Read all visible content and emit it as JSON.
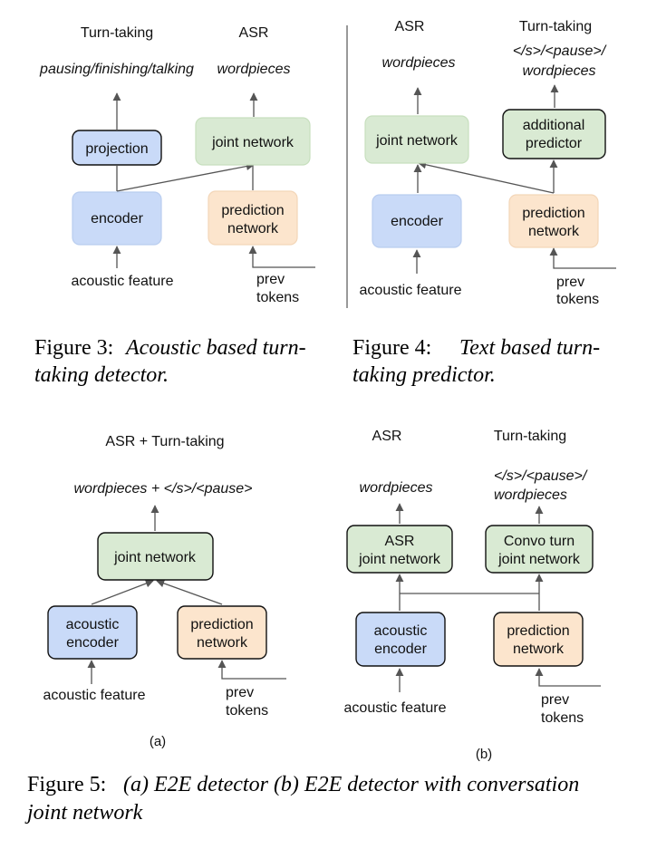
{
  "colors": {
    "blue_fill": "#c9daf8",
    "blue_stroke": "#111111",
    "green_fill": "#d9ead3",
    "green_stroke": "#b7d7a8",
    "green_dark_stroke": "#111111",
    "orange_fill": "#fce5cd",
    "orange_stroke": "#f3d3b3",
    "arrow": "#555555"
  },
  "fig3": {
    "turn_taking_title": "Turn-taking",
    "asr_title": "ASR",
    "turn_taking_output": "pausing/finishing/talking",
    "asr_output": "wordpieces",
    "projection": "projection",
    "joint_network": "joint network",
    "encoder": "encoder",
    "prediction_line1": "prediction",
    "prediction_line2": "network",
    "acoustic_feature": "acoustic feature",
    "prev": "prev",
    "tokens": "tokens",
    "caption_prefix": "Figure 3:",
    "caption_line1": "Acoustic based turn-",
    "caption_line2": "taking detector."
  },
  "fig4": {
    "asr_title": "ASR",
    "turn_taking_title": "Turn-taking",
    "asr_output": "wordpieces",
    "turn_output_line1": "</s>/<pause>/",
    "turn_output_line2": "wordpieces",
    "joint_network": "joint network",
    "additional_line1": "additional",
    "additional_line2": "predictor",
    "encoder": "encoder",
    "prediction_line1": "prediction",
    "prediction_line2": "network",
    "acoustic_feature": "acoustic feature",
    "prev": "prev",
    "tokens": "tokens",
    "caption_prefix": "Figure 4:",
    "caption_line1": "Text based turn-",
    "caption_line2": "taking predictor."
  },
  "fig5a": {
    "title": "ASR + Turn-taking",
    "output": "wordpieces + </s>/<pause>",
    "joint_network": "joint network",
    "acoustic_line1": "acoustic",
    "acoustic_line2": "encoder",
    "prediction_line1": "prediction",
    "prediction_line2": "network",
    "acoustic_feature": "acoustic feature",
    "prev": "prev",
    "tokens": "tokens",
    "sublabel": "(a)"
  },
  "fig5b": {
    "asr_title": "ASR",
    "turn_taking_title": "Turn-taking",
    "asr_output": "wordpieces",
    "turn_output_line1": "</s>/<pause>/",
    "turn_output_line2": "wordpieces",
    "asr_joint_line1": "ASR",
    "asr_joint_line2": "joint network",
    "convo_joint_line1": "Convo turn",
    "convo_joint_line2": "joint network",
    "acoustic_line1": "acoustic",
    "acoustic_line2": "encoder",
    "prediction_line1": "prediction",
    "prediction_line2": "network",
    "acoustic_feature": "acoustic feature",
    "prev": "prev",
    "tokens": "tokens",
    "sublabel": "(b)"
  },
  "fig5_caption": {
    "prefix": "Figure 5:",
    "line1_italic": "(a) E2E detector (b) E2E detector with conversation",
    "line2_italic": "joint network"
  }
}
